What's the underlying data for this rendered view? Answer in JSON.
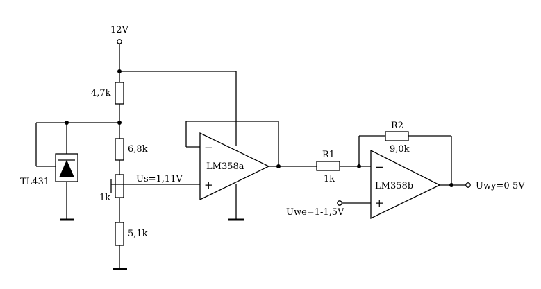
{
  "supply": "12V",
  "components": {
    "r_top": "4,7k",
    "r_mid": "6,8k",
    "pot": "1k",
    "r_bot": "5,1k",
    "ref": "TL431",
    "r1_name": "R1",
    "r1_value": "1k",
    "r2_name": "R2",
    "r2_value": "9,0k",
    "opamp_a": "LM358a",
    "opamp_b": "LM358b"
  },
  "nodes": {
    "us": "Us=1,11V",
    "uwe": "Uwe=1-1,5V",
    "uwy": "Uwy=0-5V"
  },
  "pins": {
    "minus": "−",
    "plus": "+"
  }
}
